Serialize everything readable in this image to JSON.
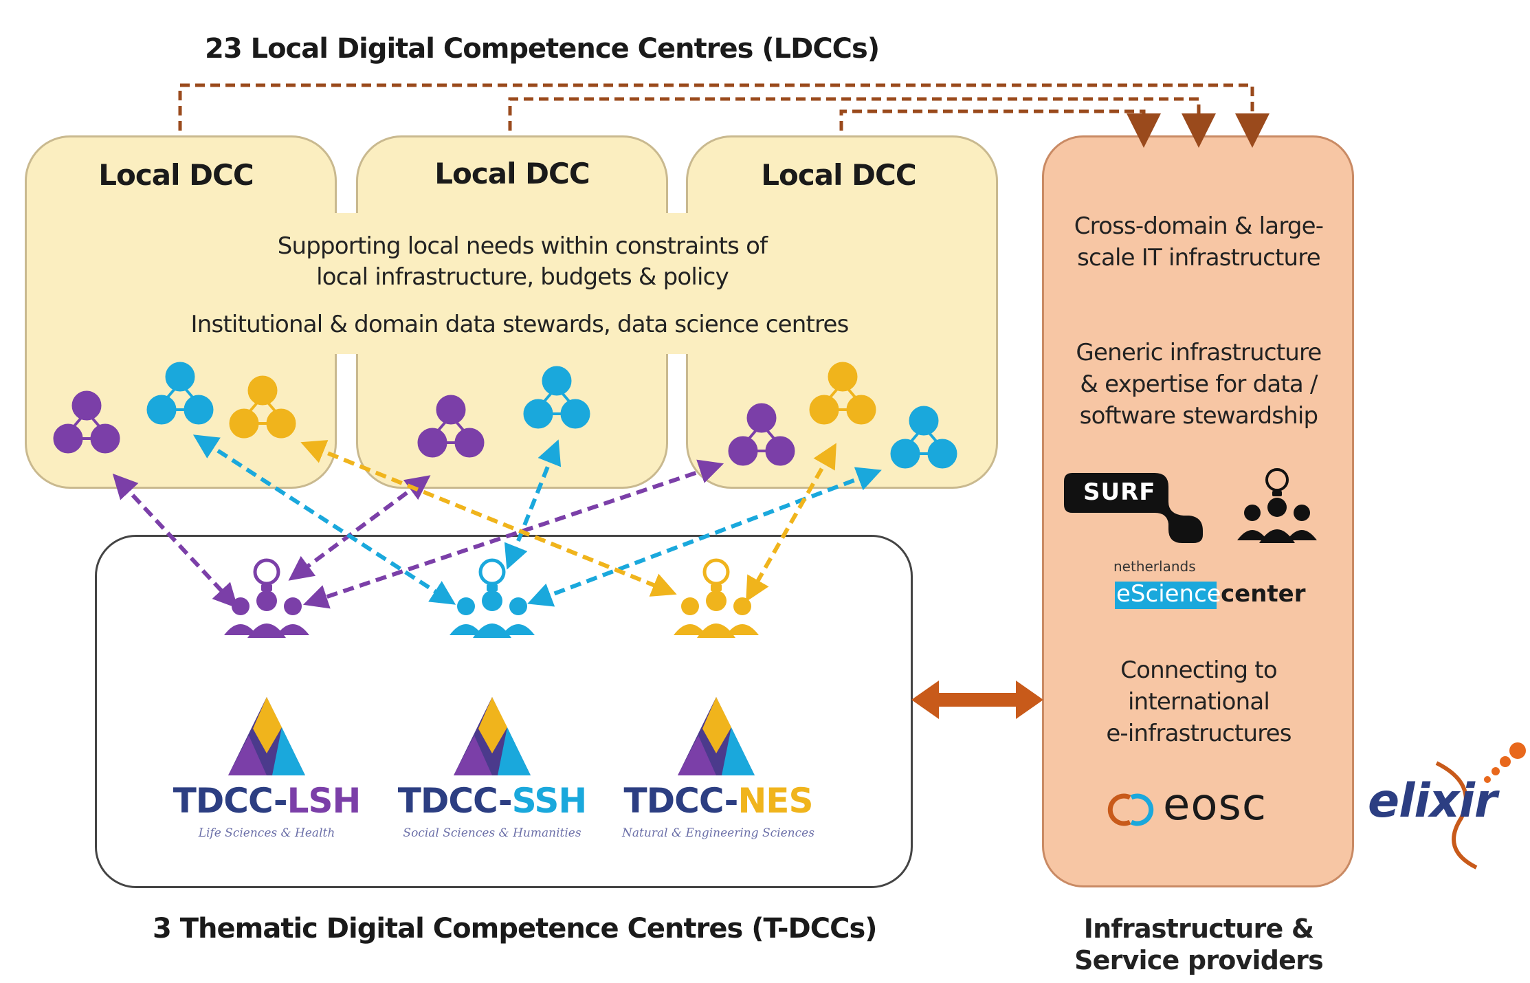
{
  "ldcc_heading": "23 Local Digital Competence Centres (LDCCs)",
  "local_dccs": [
    {
      "title": "Local DCC"
    },
    {
      "title": "Local DCC"
    },
    {
      "title": "Local DCC"
    }
  ],
  "local_text": {
    "line1": "Supporting local needs within constraints of",
    "line2": "local infrastructure, budgets & policy",
    "line3": "Institutional & domain data stewards, data science centres"
  },
  "tdccs": [
    {
      "prefix": "TDCC-",
      "suffix": "LSH",
      "subtitle": "Life Sciences & Health",
      "color": "#7b3fa8"
    },
    {
      "prefix": "TDCC-",
      "suffix": "SSH",
      "subtitle": "Social Sciences & Humanities",
      "color": "#1aa8dc"
    },
    {
      "prefix": "TDCC-",
      "suffix": "NES",
      "subtitle": "Natural & Engineering Sciences",
      "color": "#f0b41c"
    }
  ],
  "tdcc_heading": "3 Thematic Digital Competence Centres (T-DCCs)",
  "infra": {
    "text1_line1": "Cross-domain & large-",
    "text1_line2": "scale IT infrastructure",
    "text2_line1": "Generic infrastructure",
    "text2_line2": "& expertise for data /",
    "text2_line3": "software stewardship",
    "surf": "SURF",
    "esc_small": "netherlands",
    "esc_highlight": "eScience",
    "esc_rest": "center",
    "text3_line1": "Connecting to",
    "text3_line2": "international",
    "text3_line3": "e-infrastructures",
    "eosc": "eosc",
    "heading_line1": "Infrastructure &",
    "heading_line2": "Service providers"
  },
  "elixir_logo": "elixir",
  "colors": {
    "purple": "#7b3fa8",
    "blue": "#1aa8dc",
    "yellow": "#f0b41c",
    "local_fill": "#fbeec0",
    "infra_fill": "#f7c6a4",
    "dashed_brown": "#9a4a1c",
    "arrow_orange": "#c85a1a",
    "navy": "#2c3e82"
  }
}
